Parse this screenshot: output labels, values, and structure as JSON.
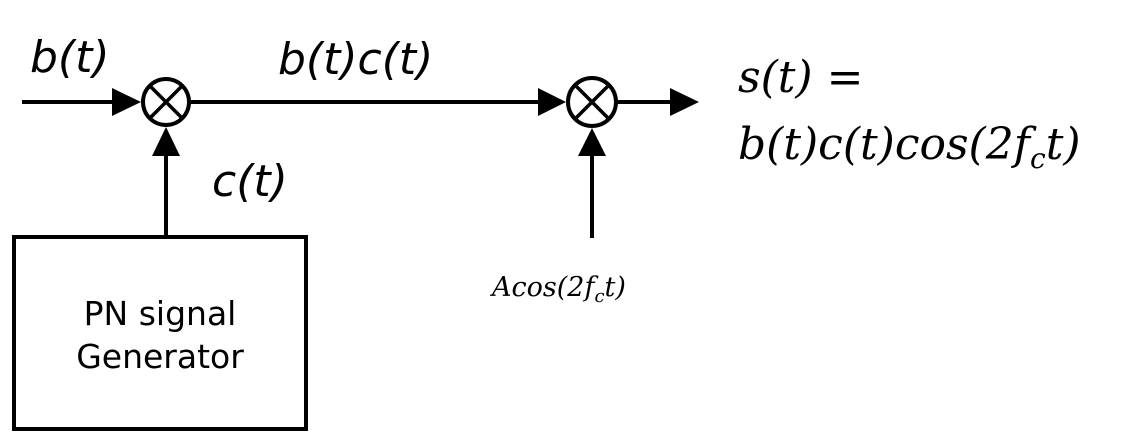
{
  "labels": {
    "input_signal": "b(t)",
    "spread_signal": "b(t)c(t)",
    "pn_code": "c(t)",
    "output_line1": "s(t) =",
    "output_line2_prefix": "b(t)c(t)cos(2",
    "output_line2_f": "f",
    "output_line2_sub": "c",
    "output_line2_suffix": "t)",
    "carrier_prefix": "Acos(2",
    "carrier_f": "f",
    "carrier_sub": "c",
    "carrier_suffix": "t)"
  },
  "blocks": {
    "pn_generator_line1": "PN signal",
    "pn_generator_line2": "Generator"
  }
}
